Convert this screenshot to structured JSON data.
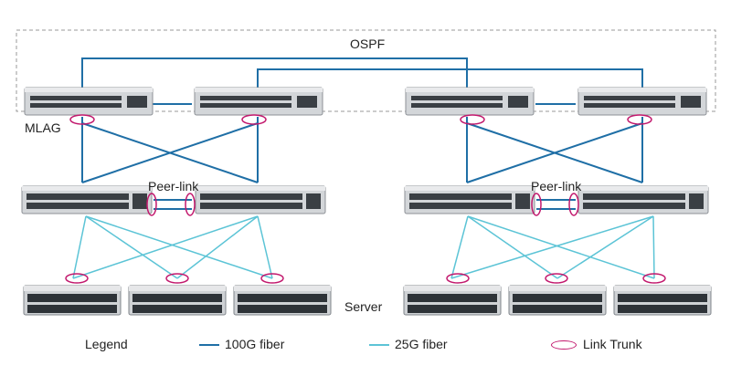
{
  "labels": {
    "ospf": "OSPF",
    "mlag": "MLAG",
    "peer_link_left": "Peer-link",
    "peer_link_right": "Peer-link",
    "server": "Server"
  },
  "legend": {
    "title": "Legend",
    "fiber_100g": "100G fiber",
    "fiber_25g": "25G fiber",
    "link_trunk": "Link Trunk"
  },
  "colors": {
    "fiber_100g": "#1f6fa6",
    "fiber_25g": "#5cc4d6",
    "link_trunk": "#c2186d",
    "ospf_border": "#9a9a9a",
    "device_body": "#d3d6d9",
    "device_dark": "#3a3f44"
  },
  "devices": {
    "spine_switches": 4,
    "leaf_switches": 4,
    "servers": 6
  }
}
